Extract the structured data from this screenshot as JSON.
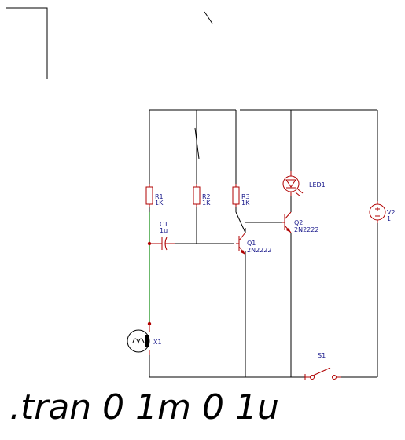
{
  "components": {
    "r1": {
      "ref": "R1",
      "value": "1K"
    },
    "r2": {
      "ref": "R2",
      "value": "1K"
    },
    "r3": {
      "ref": "R3",
      "value": "1K"
    },
    "c1": {
      "ref": "C1",
      "value": "1u"
    },
    "q1": {
      "ref": "Q1",
      "value": "2N2222"
    },
    "q2": {
      "ref": "Q2",
      "value": "2N2222"
    },
    "led1": {
      "ref": "LED1"
    },
    "v2": {
      "ref": "V2",
      "value": "1"
    },
    "x1": {
      "ref": "X1"
    },
    "s1": {
      "ref": "S1"
    }
  },
  "sim_command": ".tran 0 1m 0 1u",
  "colors": {
    "wire": "#000000",
    "selected_wire": "#0a8a0a",
    "component": "#b00000",
    "label": "#1a1a8c"
  }
}
